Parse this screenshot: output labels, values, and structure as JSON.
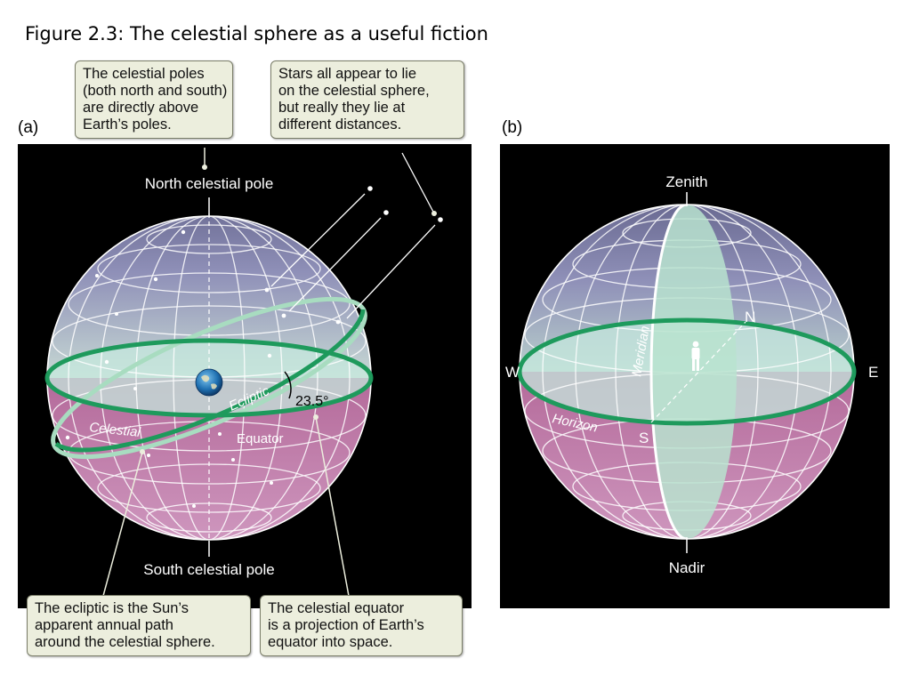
{
  "figure_title": "Figure 2.3: The celestial sphere as a useful fiction",
  "panel_a": {
    "label": "(a)",
    "north_pole_label": "North celestial pole",
    "south_pole_label": "South celestial pole",
    "ecliptic_label": "Ecliptic",
    "celestial_label": "Celestial",
    "equator_label": "Equator",
    "tilt_angle_label": "23.5°",
    "callout_poles": [
      "The celestial poles",
      "(both north and south)",
      "are directly above",
      "Earth’s poles."
    ],
    "callout_stars": [
      "Stars all appear to lie",
      "on the celestial sphere,",
      "but really they lie at",
      "different distances."
    ],
    "callout_ecliptic": [
      "The ecliptic is the Sun’s",
      "apparent annual path",
      "around the celestial sphere."
    ],
    "callout_equator": [
      "The celestial equator",
      "is a projection of Earth’s",
      "equator into space."
    ]
  },
  "panel_b": {
    "label": "(b)",
    "zenith_label": "Zenith",
    "nadir_label": "Nadir",
    "west_label": "W",
    "east_label": "E",
    "north_label": "N",
    "south_label": "S",
    "meridian_label": "Meridian",
    "horizon_label": "Horizon"
  },
  "colors": {
    "background": "#000000",
    "upper_sphere": "#6e6f9c",
    "lower_sphere": "#8a4f78",
    "equator_band": "#1e9a5c",
    "ecliptic_band": "#a8dcc0",
    "callout_fill": "#eceedd"
  }
}
